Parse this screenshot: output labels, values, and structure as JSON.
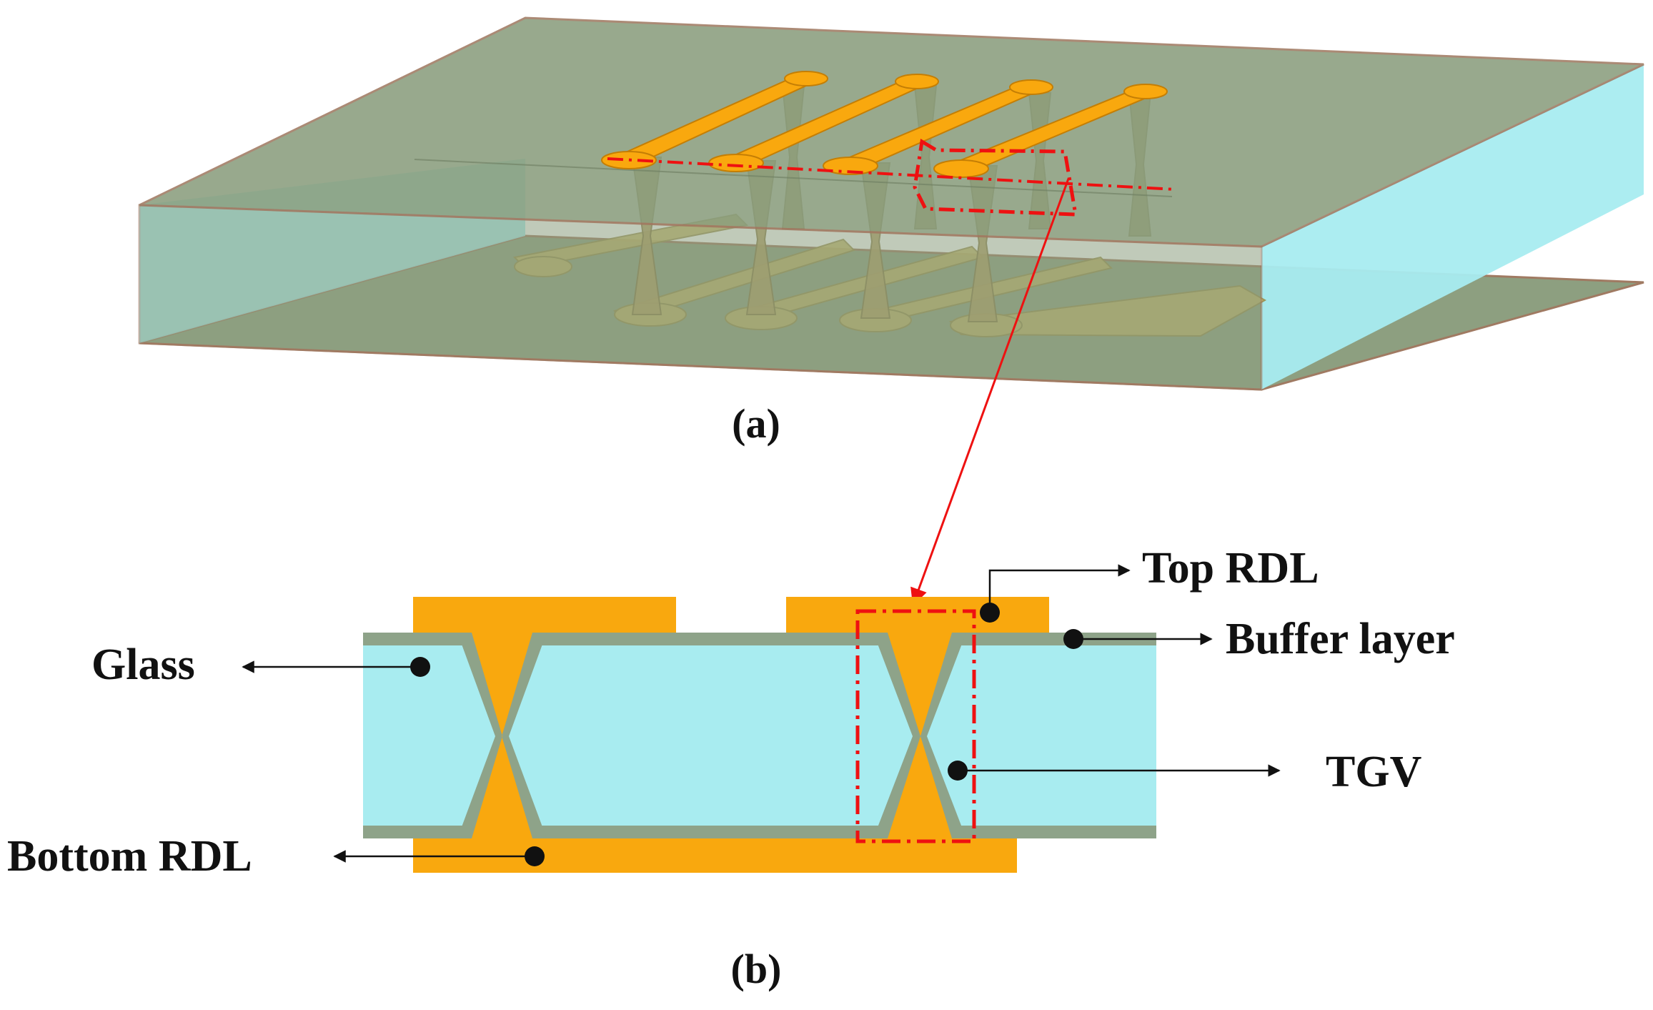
{
  "figure": {
    "panel_a_caption": "(a)",
    "panel_b_caption": "(b)"
  },
  "labels": {
    "top_rdl": "Top RDL",
    "buffer_layer": "Buffer layer",
    "glass": "Glass",
    "tgv": "TGV",
    "bottom_rdl": "Bottom RDL"
  },
  "colors": {
    "glass": "#a8ecf0",
    "buffer": "#8ea389",
    "copper": "#f9a80e",
    "box_top": "#8a9e7e",
    "box_edge": "#a07a62",
    "highlight": "#ee1111",
    "copper_ghost": "#b8a85a"
  }
}
